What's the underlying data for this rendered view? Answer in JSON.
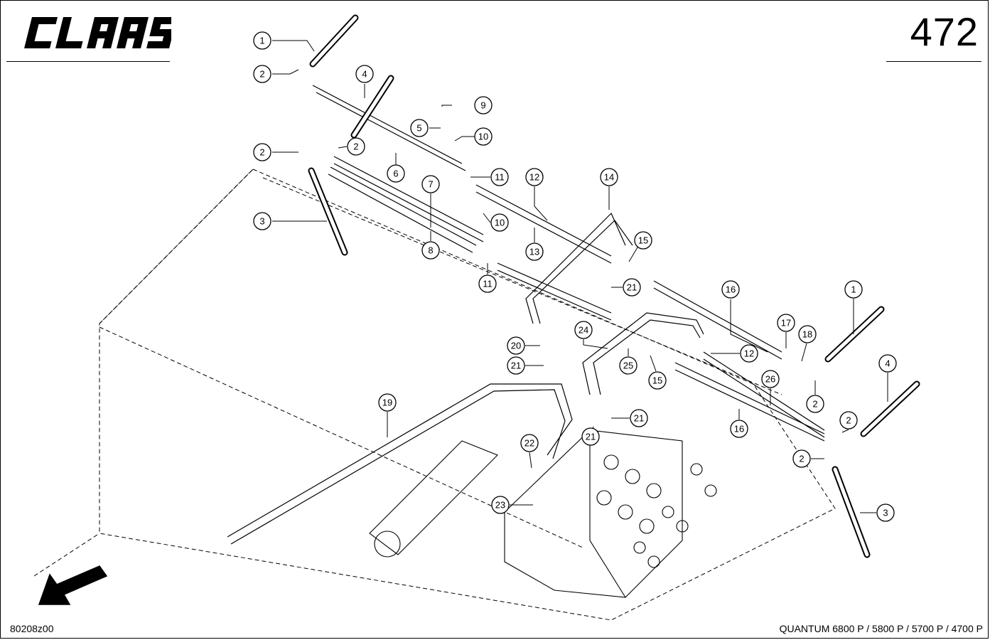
{
  "brand": "CLAAS",
  "page_number": "472",
  "drawing_code": "80208z00",
  "model": {
    "name": "QUANTUM",
    "variants": "6800 P / 5800 P / 5700 P / 4700 P"
  },
  "callouts": [
    {
      "label": "1"
    },
    {
      "label": "2"
    },
    {
      "label": "4"
    },
    {
      "label": "9"
    },
    {
      "label": "5"
    },
    {
      "label": "10"
    },
    {
      "label": "2"
    },
    {
      "label": "2"
    },
    {
      "label": "6"
    },
    {
      "label": "11"
    },
    {
      "label": "12"
    },
    {
      "label": "14"
    },
    {
      "label": "7"
    },
    {
      "label": "3"
    },
    {
      "label": "10"
    },
    {
      "label": "8"
    },
    {
      "label": "13"
    },
    {
      "label": "15"
    },
    {
      "label": "11"
    },
    {
      "label": "21"
    },
    {
      "label": "16"
    },
    {
      "label": "1"
    },
    {
      "label": "17"
    },
    {
      "label": "18"
    },
    {
      "label": "24"
    },
    {
      "label": "20"
    },
    {
      "label": "12"
    },
    {
      "label": "25"
    },
    {
      "label": "21"
    },
    {
      "label": "15"
    },
    {
      "label": "4"
    },
    {
      "label": "26"
    },
    {
      "label": "2"
    },
    {
      "label": "19"
    },
    {
      "label": "2"
    },
    {
      "label": "21"
    },
    {
      "label": "16"
    },
    {
      "label": "21"
    },
    {
      "label": "22"
    },
    {
      "label": "2"
    },
    {
      "label": "23"
    },
    {
      "label": "3"
    }
  ],
  "icons": {
    "logo": "claas-logo",
    "direction": "direction-arrow-icon"
  }
}
